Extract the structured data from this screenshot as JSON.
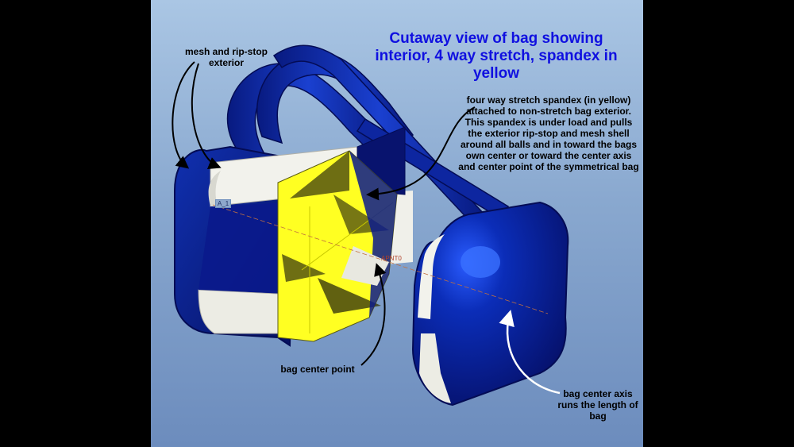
{
  "title": "Cutaway view of bag showing interior, 4 way stretch, spandex in yellow",
  "labels": {
    "mesh_exterior": "mesh and rip-stop exterior",
    "spandex_note": "four way stretch spandex (in yellow) attached to non-stretch bag exterior. This spandex is under load and pulls the exterior rip-stop and mesh shell around all balls and in toward the bags own center or toward the center axis and center point of the symmetrical bag",
    "center_point": "bag center point",
    "center_axis": "bag center axis runs the length of bag"
  },
  "markers": {
    "axis": "A_1",
    "point": "APNT0"
  },
  "colors": {
    "shell_blue": "#0a1a8c",
    "spandex_yellow": "#ffff22",
    "liner_white": "#f2f2ec",
    "title_blue": "#1010e0"
  }
}
